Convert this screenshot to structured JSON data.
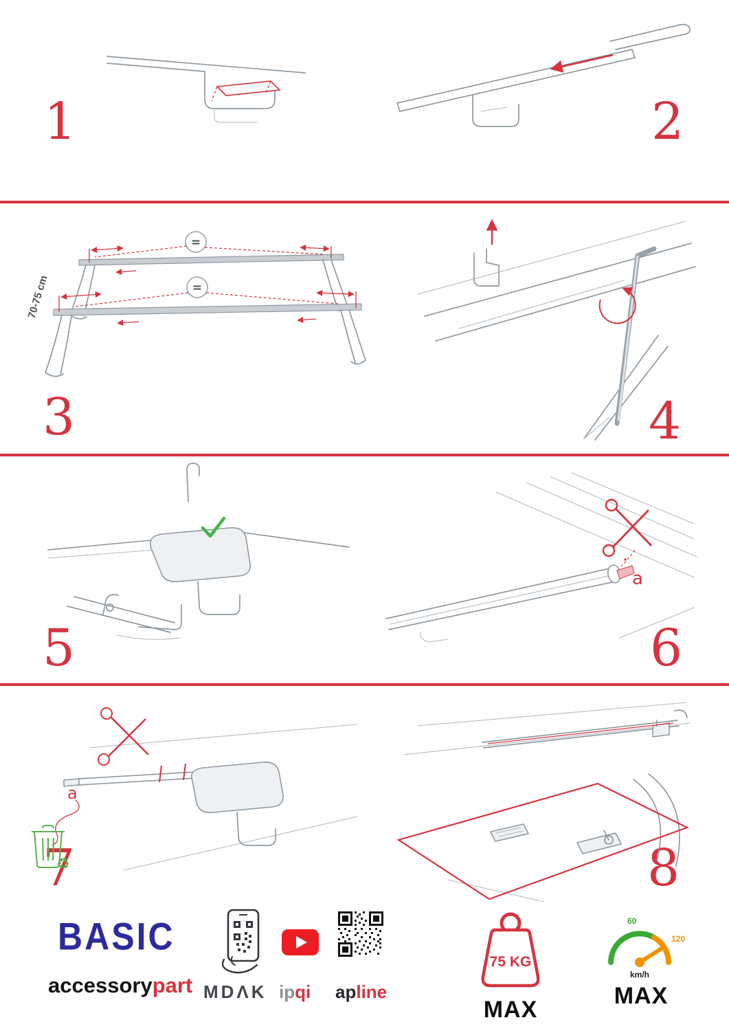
{
  "steps": [
    {
      "number": "1"
    },
    {
      "number": "2"
    },
    {
      "number": "3",
      "measure": "70-75 cm",
      "equals": "="
    },
    {
      "number": "4"
    },
    {
      "number": "5"
    },
    {
      "number": "6",
      "label_a": "a"
    },
    {
      "number": "7",
      "label_a": "a"
    },
    {
      "number": "8"
    }
  ],
  "icons": {
    "recycle": "♻"
  },
  "footer": {
    "brand": "BASIC",
    "wordmark": {
      "black": "accessory",
      "red": "part"
    },
    "mdak": "MDΛK",
    "ipqi": {
      "gray": "ip",
      "red": "qi"
    },
    "apline": {
      "dark": "ap",
      "red": "line"
    },
    "weight": {
      "value": "75 KG",
      "max": "MAX"
    },
    "speed": {
      "low": "60",
      "high": "120",
      "unit": "km/h",
      "max": "MAX"
    }
  },
  "colors": {
    "accent_red": "#d6333f",
    "brand_blue": "#2c2a9c",
    "success_green": "#43b649",
    "gauge_green": "#3aaa35",
    "gauge_orange": "#f39200",
    "youtube_red": "#ed1d24"
  }
}
